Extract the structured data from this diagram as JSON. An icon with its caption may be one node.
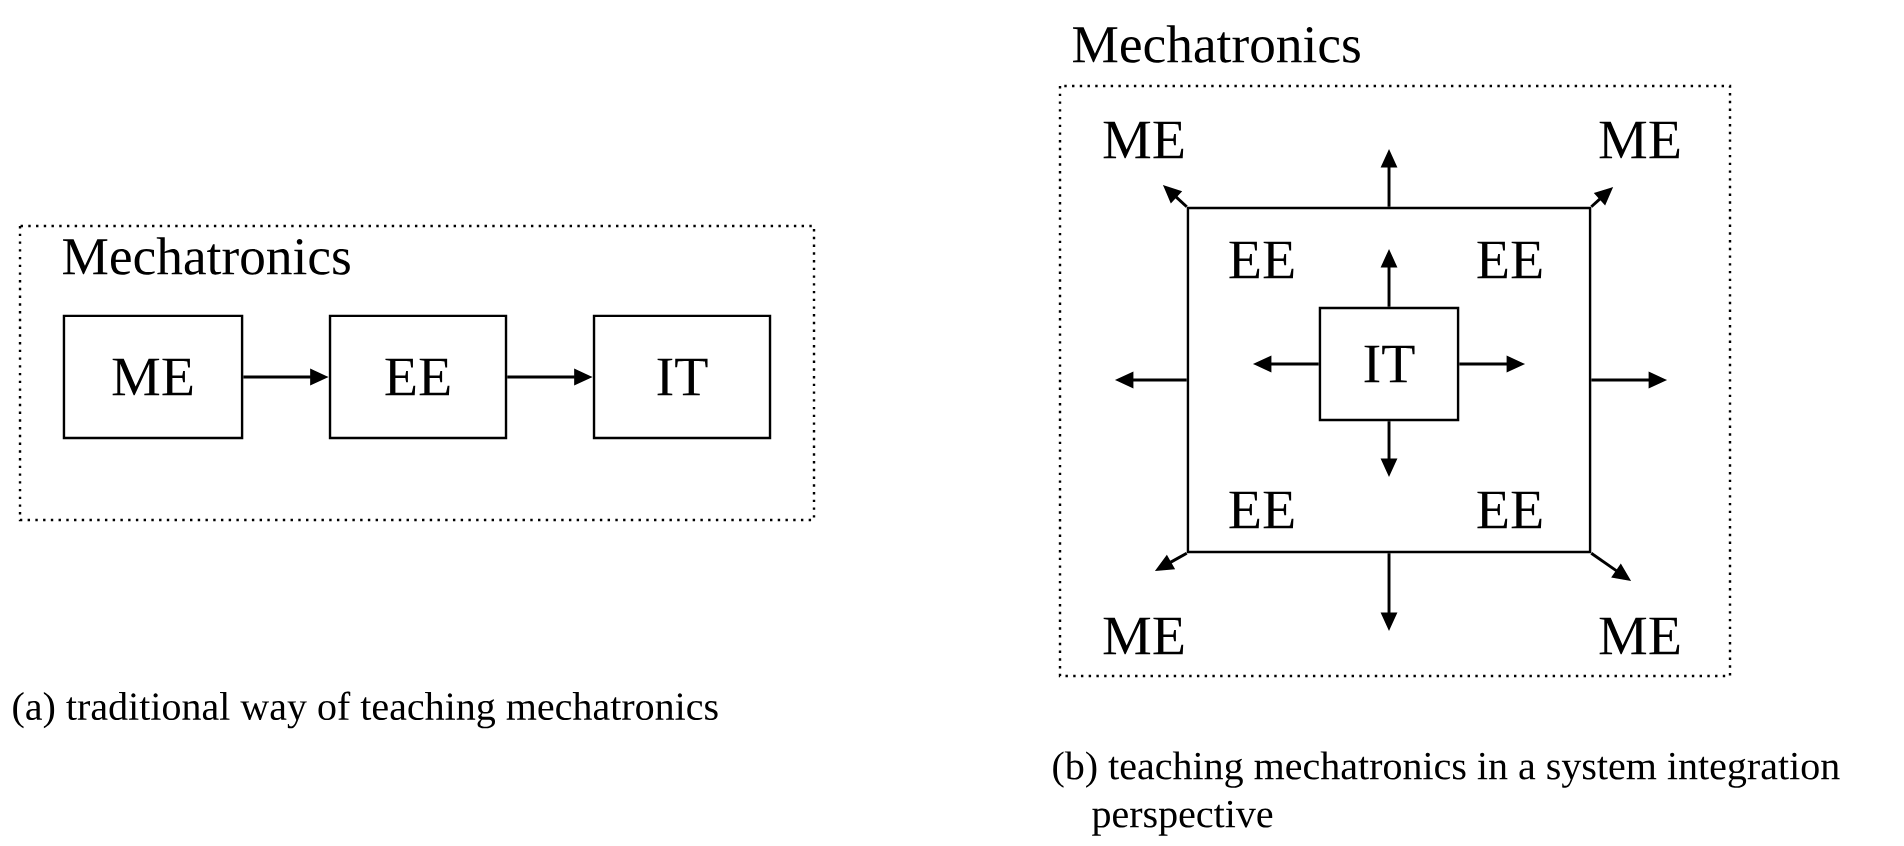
{
  "diagram": {
    "nodes": [
      {
        "text": [
          "Mechatronics"
        ]
      },
      {
        "text": [
          "ME"
        ],
        "in": 0
      },
      {
        "text": [
          "EE"
        ],
        "in": 0
      },
      {
        "text": [
          "IT"
        ],
        "in": 0
      },
      {
        "text": [
          "Mechatronics"
        ]
      },
      {
        "text": [
          "EE",
          "EE",
          "EE",
          "EE"
        ],
        "in": 4
      },
      {
        "text": [
          "IT"
        ],
        "in": 5
      }
    ],
    "edges": [
      {
        "from": 1,
        "to": 2,
        "arrow": "to"
      },
      {
        "from": 2,
        "to": 3,
        "arrow": "to"
      },
      {
        "from": 6,
        "to": null,
        "arrow": "to"
      },
      {
        "from": 6,
        "to": null,
        "arrow": "to"
      },
      {
        "from": 6,
        "to": null,
        "arrow": "to"
      },
      {
        "from": 6,
        "to": null,
        "arrow": "to"
      },
      {
        "from": 5,
        "to": null,
        "arrow": "to"
      },
      {
        "from": 5,
        "to": null,
        "arrow": "to"
      },
      {
        "from": 5,
        "to": null,
        "arrow": "to"
      },
      {
        "from": 5,
        "to": null,
        "arrow": "to"
      },
      {
        "from": 5,
        "to": null,
        "arrow": "to"
      },
      {
        "from": 5,
        "to": null,
        "arrow": "to"
      },
      {
        "from": 5,
        "to": null,
        "arrow": "to"
      },
      {
        "from": 5,
        "to": null,
        "arrow": "to"
      }
    ],
    "labels": [
      "ME",
      "ME",
      "ME",
      "ME",
      "(a) traditional way of teaching mechatronics",
      "(b) teaching mechatronics in a system integration perspective"
    ]
  }
}
